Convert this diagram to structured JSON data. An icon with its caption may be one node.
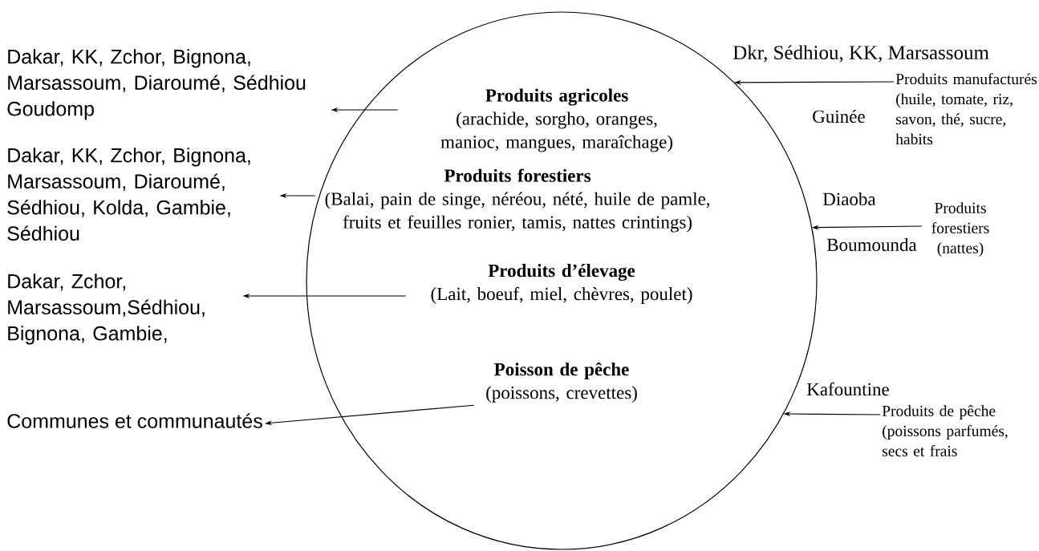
{
  "diagram": {
    "nodes": [
      {
        "text": [],
        "shape": "circle"
      },
      {
        "text": [
          "Produits agricoles",
          "(arachide, sorgho, oranges, manioc, mangues, maraîchage)"
        ],
        "in": 0
      },
      {
        "text": [
          "Produits forestiers",
          "(Balai, pain de singe, néréou, nété, huile de pamle, fruits et feuilles ronier, tamis, nattes crintings)"
        ],
        "in": 0
      },
      {
        "text": [
          "Produits d’élevage",
          "(Lait, boeuf, miel, chèvres, poulet)"
        ],
        "in": 0
      },
      {
        "text": [
          "Poisson de pêche",
          "(poissons, crevettes)"
        ],
        "in": 0
      },
      {
        "text": [
          "Dakar, KK, Zchor, Bignona, Marsassoum, Diaroumé, Sédhiou Goudomp"
        ]
      },
      {
        "text": [
          "Dakar, KK, Zchor, Bignona, Marsassoum, Diaroumé, Sédhiou, Kolda, Gambie, Sédhiou"
        ]
      },
      {
        "text": [
          "Dakar, Zchor, Marsassoum,Sédhiou, Bignona, Gambie,"
        ]
      },
      {
        "text": [
          "Communes et communautés"
        ]
      },
      {
        "text": [
          "Produits manufacturés (huile, tomate, riz, savon, thé, sucre, habits"
        ]
      },
      {
        "text": [
          "Produits forestiers (nattes)"
        ]
      },
      {
        "text": [
          "Produits de pêche (poissons parfumés, secs et frais"
        ]
      }
    ],
    "edges": [
      {
        "from": 1,
        "to": 5,
        "arrow": "to"
      },
      {
        "from": 2,
        "to": 6,
        "arrow": "to"
      },
      {
        "from": 3,
        "to": 7,
        "arrow": "to"
      },
      {
        "from": 4,
        "to": 8,
        "arrow": "to"
      },
      {
        "from": 9,
        "to": 0,
        "arrow": "to"
      },
      {
        "from": 10,
        "to": 0,
        "arrow": "to"
      },
      {
        "from": 11,
        "to": 0,
        "arrow": "to"
      }
    ],
    "labels": [
      "Dkr, Sédhiou, KK, Marsassoum",
      "Guinée",
      "Diaoba",
      "Boumounda",
      "Kafountine"
    ]
  }
}
